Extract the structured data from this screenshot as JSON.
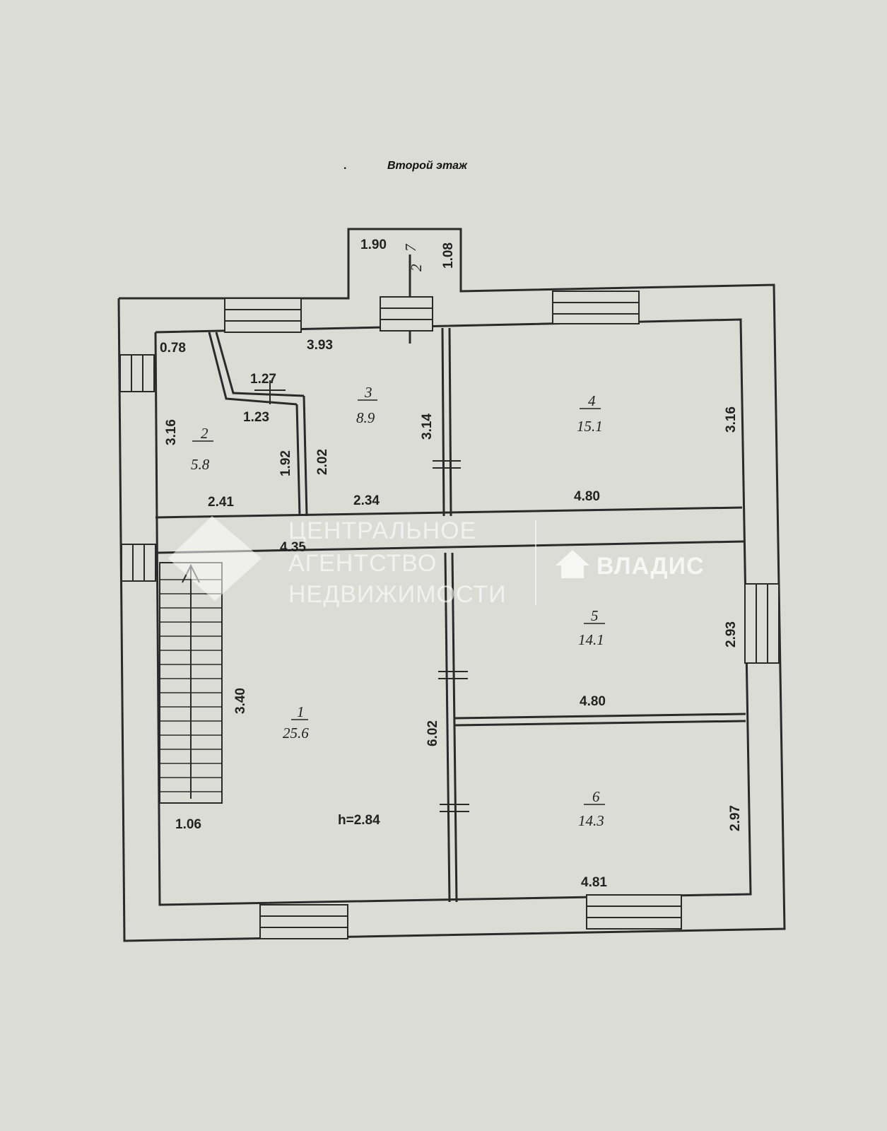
{
  "title": "Второй этаж",
  "title_dot": ".",
  "rooms": [
    {
      "number": "1",
      "area": "25.6"
    },
    {
      "number": "2",
      "area": "5.8"
    },
    {
      "number": "3",
      "area": "8.9"
    },
    {
      "number": "4",
      "area": "15.1"
    },
    {
      "number": "5",
      "area": "14.1"
    },
    {
      "number": "6",
      "area": "14.3"
    },
    {
      "number": "7",
      "area": "2"
    }
  ],
  "dimensions": {
    "balcony_width": "1.90",
    "balcony_depth": "1.08",
    "r2_top": "0.78",
    "r2_left": "3.16",
    "r2_bottom": "2.41",
    "r2_right": "1.92",
    "notch_top": "1.27",
    "notch_bottom": "1.23",
    "r3_top": "3.93",
    "r3_left": "2.02",
    "r3_right": "3.14",
    "r3_bottom": "2.34",
    "r4_right": "3.16",
    "r4_bottom": "4.80",
    "r1_top": "4.35",
    "r1_stair": "3.40",
    "r1_right": "6.02",
    "r1_bottom": "1.06",
    "height": "h=2.84",
    "r5_right": "2.93",
    "r5_bottom": "4.80",
    "r6_right": "2.97",
    "r6_bottom": "4.81"
  },
  "watermark": {
    "line1": "ЦЕНТРАЛЬНОЕ",
    "line2": "АГЕНТСТВО",
    "line3": "НЕДВИЖИМОСТИ",
    "brand": "ВЛАДИС"
  },
  "colors": {
    "background": "#dcdcd6",
    "wall": "#2a2a2a"
  }
}
